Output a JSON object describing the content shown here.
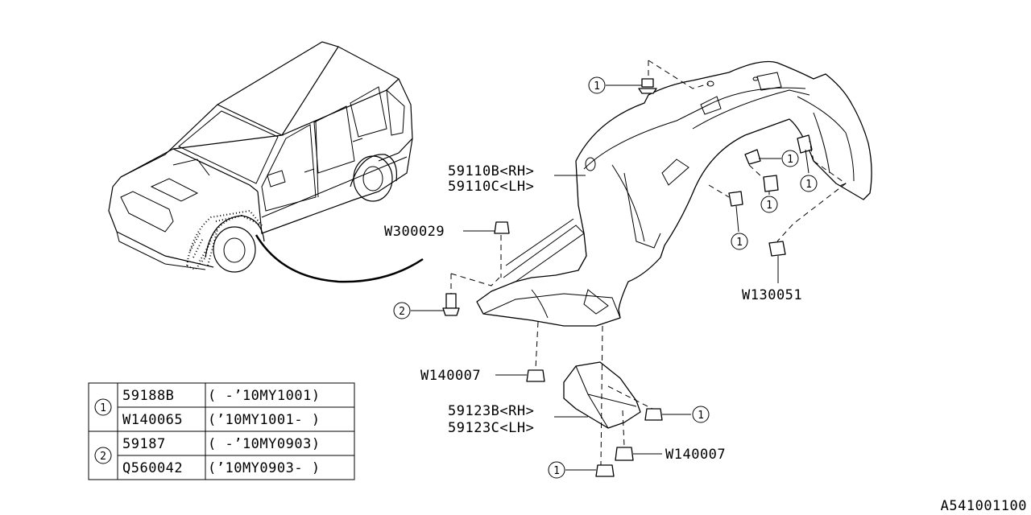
{
  "parts": {
    "liner_rh": "59110B<RH>",
    "liner_lh": "59110C<LH>",
    "clip_w300029": "W300029",
    "clip_w130051": "W130051",
    "clip_w140007_a": "W140007",
    "clip_w140007_b": "W140007",
    "cover_rh": "59123B<RH>",
    "cover_lh": "59123C<LH>"
  },
  "callouts": {
    "one": "1",
    "two": "2"
  },
  "table": {
    "rows": [
      {
        "ref": "1",
        "part": "59188B",
        "range": "(     -’10MY1001)"
      },
      {
        "ref": "",
        "part": "W140065",
        "range": "(’10MY1001-     )"
      },
      {
        "ref": "2",
        "part": "59187",
        "range": "(    -’10MY0903)"
      },
      {
        "ref": "",
        "part": "Q560042",
        "range": "(’10MY0903-     )"
      }
    ]
  },
  "diagram_id": "A541001100"
}
